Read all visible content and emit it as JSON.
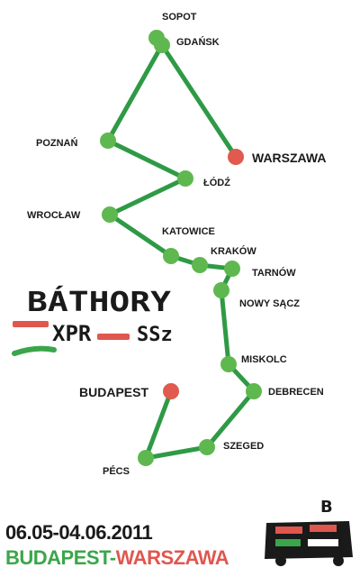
{
  "colors": {
    "line": "#2f9a45",
    "node_green": "#5fb84f",
    "node_red": "#e05a4f",
    "text": "#1a1a1a",
    "accent_green": "#3aa64a",
    "accent_red": "#e0574f"
  },
  "stations": [
    {
      "id": "sopot",
      "name": "SOPOT",
      "color": "green"
    },
    {
      "id": "gdansk",
      "name": "GDAŃSK",
      "color": "green"
    },
    {
      "id": "warszawa",
      "name": "WARSZAWA",
      "color": "red"
    },
    {
      "id": "poznan",
      "name": "POZNAŃ",
      "color": "green"
    },
    {
      "id": "lodz",
      "name": "ŁÓDŹ",
      "color": "green"
    },
    {
      "id": "wroclaw",
      "name": "WROCŁAW",
      "color": "green"
    },
    {
      "id": "katowice",
      "name": "KATOWICE",
      "color": "green"
    },
    {
      "id": "krakow",
      "name": "KRAKÓW",
      "color": "green"
    },
    {
      "id": "tarnow",
      "name": "TARNÓW",
      "color": "green"
    },
    {
      "id": "nowy_sacz",
      "name": "NOWY SĄCZ",
      "color": "green"
    },
    {
      "id": "miskolc",
      "name": "MISKOLC",
      "color": "green"
    },
    {
      "id": "debrecen",
      "name": "DEBRECEN",
      "color": "green"
    },
    {
      "id": "szeged",
      "name": "SZEGED",
      "color": "green"
    },
    {
      "id": "pecs",
      "name": "PÉCS",
      "color": "green"
    },
    {
      "id": "budapest",
      "name": "BUDAPEST",
      "color": "red"
    }
  ],
  "logo": {
    "line1": "BÁTHORY",
    "line2": "XPR",
    "line3": "SSz"
  },
  "dates": "06.05-04.06.2011",
  "route": {
    "from": "BUDAPEST",
    "separator": "-",
    "to": "WARSZAWA"
  },
  "bus_icon": {
    "letter": "B"
  }
}
